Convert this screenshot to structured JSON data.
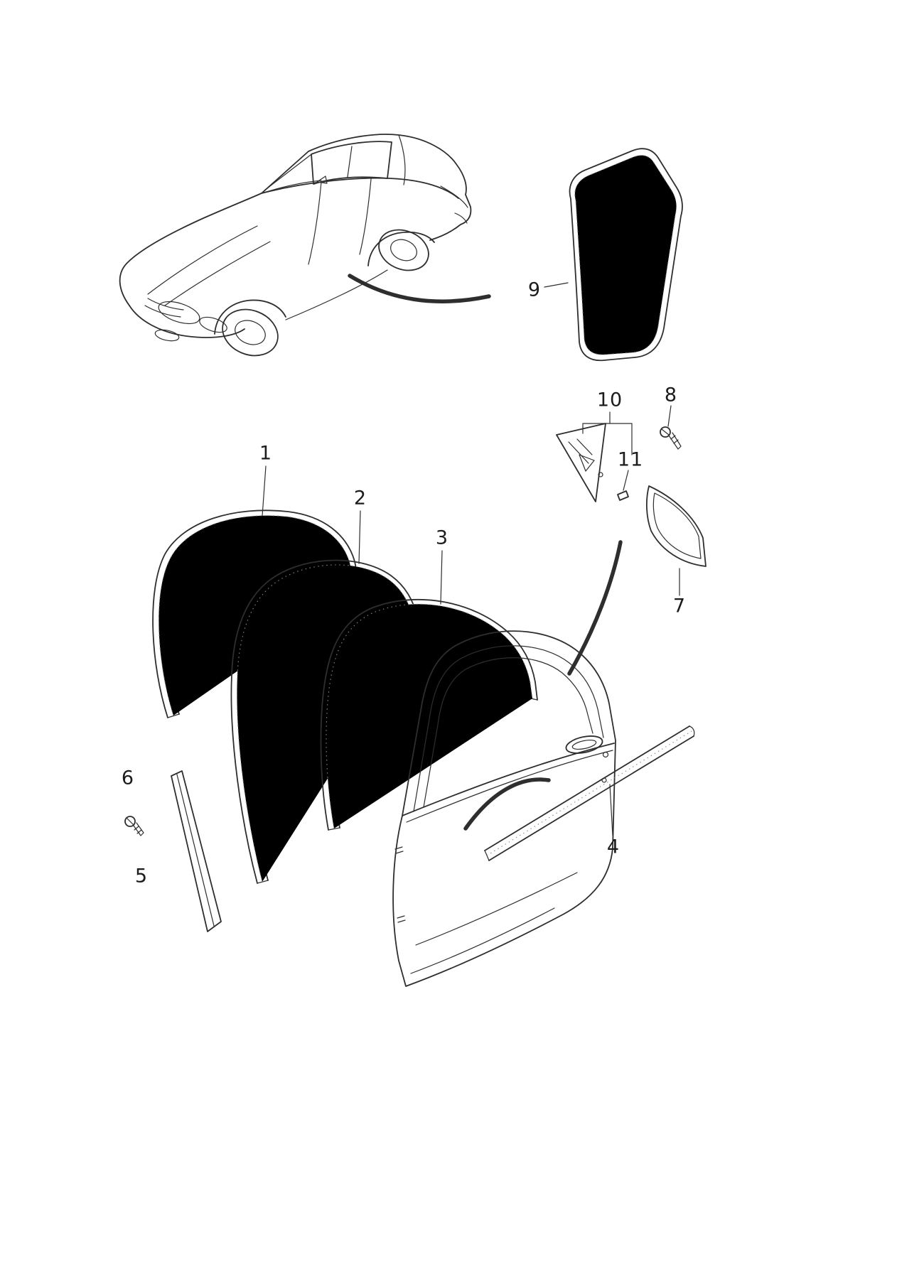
{
  "diagram": {
    "callouts": [
      {
        "part": "1",
        "label": "1"
      },
      {
        "part": "2",
        "label": "2"
      },
      {
        "part": "3",
        "label": "3"
      },
      {
        "part": "4",
        "label": "4"
      },
      {
        "part": "5",
        "label": "5"
      },
      {
        "part": "6",
        "label": "6"
      },
      {
        "part": "7",
        "label": "7"
      },
      {
        "part": "8",
        "label": "8"
      },
      {
        "part": "9",
        "label": "9"
      },
      {
        "part": "10",
        "label": "10"
      },
      {
        "part": "11",
        "label": "11"
      }
    ]
  },
  "colors": {
    "line": "#2e2e2e",
    "stipple": "#8a8a8a",
    "background": "#ffffff"
  }
}
